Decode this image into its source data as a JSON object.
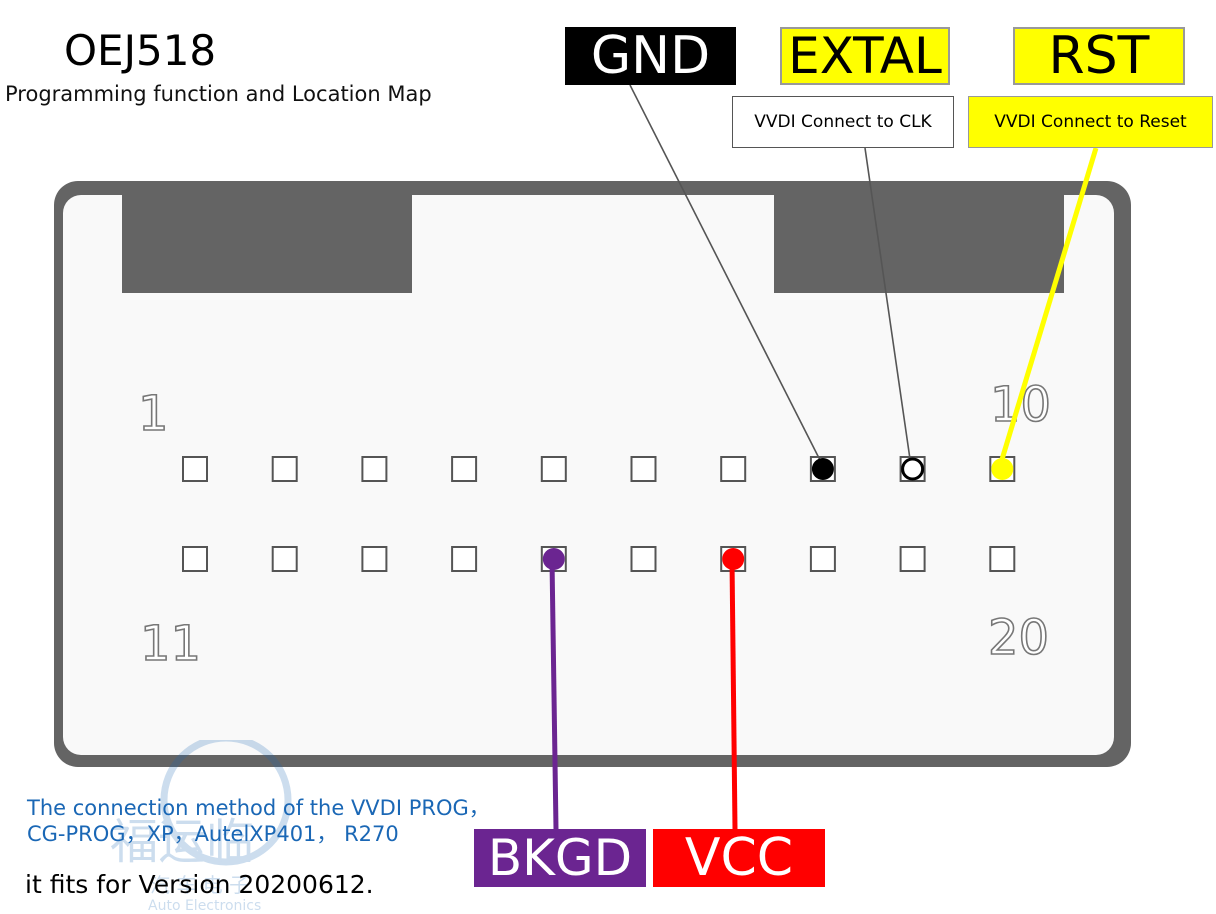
{
  "title": "OEJ518",
  "subtitle": "Programming function and Location Map",
  "pin_numbers": {
    "top_left": "1",
    "top_right": "10",
    "bottom_left": "11",
    "bottom_right": "20"
  },
  "labels": {
    "gnd": "GND",
    "extal": "EXTAL",
    "rst": "RST",
    "extal_note": "VVDI Connect to CLK",
    "rst_note": "VVDI Connect to Reset",
    "bkgd": "BKGD",
    "vcc": "VCC"
  },
  "connection": {
    "line1": "The connection method of the VVDI PROG，",
    "line2": "CG-PROG，XP，AutelXP401， R270"
  },
  "version_text": "it fits for Version 20200612.",
  "watermark": {
    "text": "福运临",
    "sub": "汽 车 电 子",
    "en": "Auto Electronics"
  },
  "pins": {
    "top_row": [
      "empty",
      "empty",
      "empty",
      "empty",
      "empty",
      "empty",
      "empty",
      "gnd",
      "extal",
      "rst"
    ],
    "bottom_row": [
      "empty",
      "empty",
      "empty",
      "empty",
      "bkgd",
      "empty",
      "vcc",
      "empty",
      "empty",
      "empty"
    ]
  },
  "colors": {
    "connector": "#646464",
    "face": "#f9f9f9",
    "gnd": "#000000",
    "extal": "#ffff00",
    "rst": "#ffff00",
    "bkgd": "#6b2591",
    "vcc": "#ff0000",
    "connection_text": "#1a67b5"
  }
}
